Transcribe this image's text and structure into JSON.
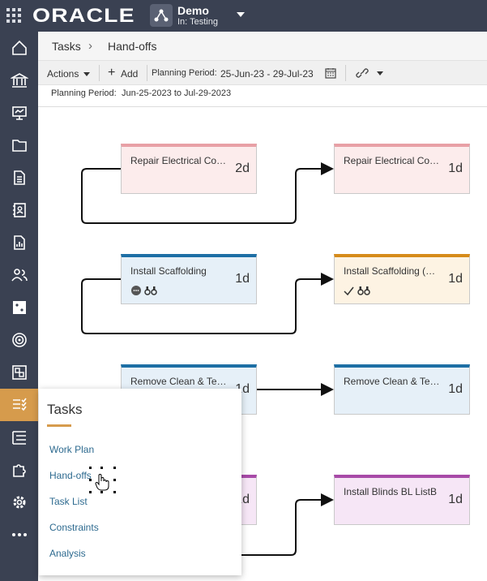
{
  "app": {
    "logo": "ORACLE",
    "project_name": "Demo",
    "project_location": "In: Testing"
  },
  "breadcrumb": {
    "parent": "Tasks",
    "separator": "›",
    "current": "Hand-offs"
  },
  "toolbar": {
    "actions_label": "Actions",
    "add_label": "Add",
    "planning_period_label": "Planning Period:",
    "planning_period_value": "25-Jun-23 - 29-Jul-23"
  },
  "period_info": {
    "label": "Planning Period:",
    "value": "Jun-25-2023 to Jul-29-2023"
  },
  "sidebar": {
    "items": [
      "home-icon",
      "bank-icon",
      "presentation-icon",
      "folder-icon",
      "document-icon",
      "contacts-icon",
      "report-icon",
      "people-icon",
      "dice-icon",
      "target-icon",
      "board-icon",
      "tasks-icon",
      "hierarchy-icon",
      "puzzle-icon",
      "settings-icon",
      "more-icon"
    ],
    "active": "tasks-icon"
  },
  "cards": [
    {
      "title": "Repair Electrical Co…",
      "duration": "2d",
      "color": "#e8a0a6",
      "bg": "#fcecec"
    },
    {
      "title": "Repair Electrical Co…",
      "duration": "1d",
      "color": "#e8a0a6",
      "bg": "#fcecec"
    },
    {
      "title": "Install Scaffolding",
      "duration": "1d",
      "color": "#1d6fa5",
      "bg": "#e6f0f8",
      "icons": "comment-icon, binoculars-icon"
    },
    {
      "title": "Install Scaffolding (S…",
      "duration": "1d",
      "color": "#d68b1a",
      "bg": "#fdf3e3",
      "icons": "check-icon, binoculars-icon"
    },
    {
      "title": "Remove Clean & Te…",
      "duration": "1d",
      "color": "#1d6fa5",
      "bg": "#e6f0f8"
    },
    {
      "title": "Remove Clean & Te…",
      "duration": "1d",
      "color": "#1d6fa5",
      "bg": "#e6f0f8"
    },
    {
      "title": "",
      "duration": "1d",
      "color": "#a84aa8",
      "bg": "#f6e6f6"
    },
    {
      "title": "Install Blinds  BL ListB",
      "duration": "1d",
      "color": "#a84aa8",
      "bg": "#f6e6f6"
    }
  ],
  "tasks_menu": {
    "title": "Tasks",
    "items": [
      "Work Plan",
      "Hand-offs",
      "Task List",
      "Constraints",
      "Analysis"
    ]
  }
}
